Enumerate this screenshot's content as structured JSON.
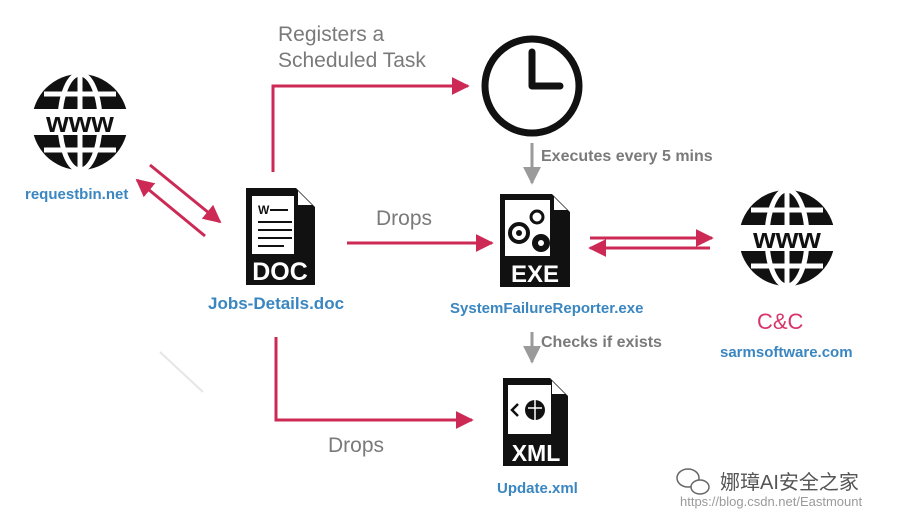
{
  "nodes": {
    "requestbin": {
      "label": "requestbin.net",
      "icon": "globe-www-icon"
    },
    "jobs_doc": {
      "label": "Jobs-Details.doc",
      "icon": "doc-file-icon",
      "badge": "DOC",
      "mini": "W"
    },
    "clock": {
      "icon": "clock-icon"
    },
    "exe": {
      "label": "SystemFailureReporter.exe",
      "icon": "exe-file-icon",
      "badge": "EXE"
    },
    "cc": {
      "title": "C&C",
      "label": "sarmsoftware.com",
      "icon": "globe-www-icon"
    },
    "xml": {
      "label": "Update.xml",
      "icon": "xml-file-icon",
      "badge": "XML"
    }
  },
  "globe_text": "www",
  "edges": {
    "scheduled_task": "Registers a\nScheduled Task",
    "executes": "Executes every 5 mins",
    "drops_exe": "Drops",
    "drops_xml": "Drops",
    "checks": "Checks if exists"
  },
  "watermark": {
    "title": "娜璋AI安全之家",
    "url": "https://blog.csdn.net/Eastmount"
  },
  "colors": {
    "arrow": "#cc2a55",
    "gray_arrow": "#9a9a9a",
    "label_blue": "#3a86c0",
    "cc_pink": "#d8356a",
    "icon": "#111111"
  }
}
